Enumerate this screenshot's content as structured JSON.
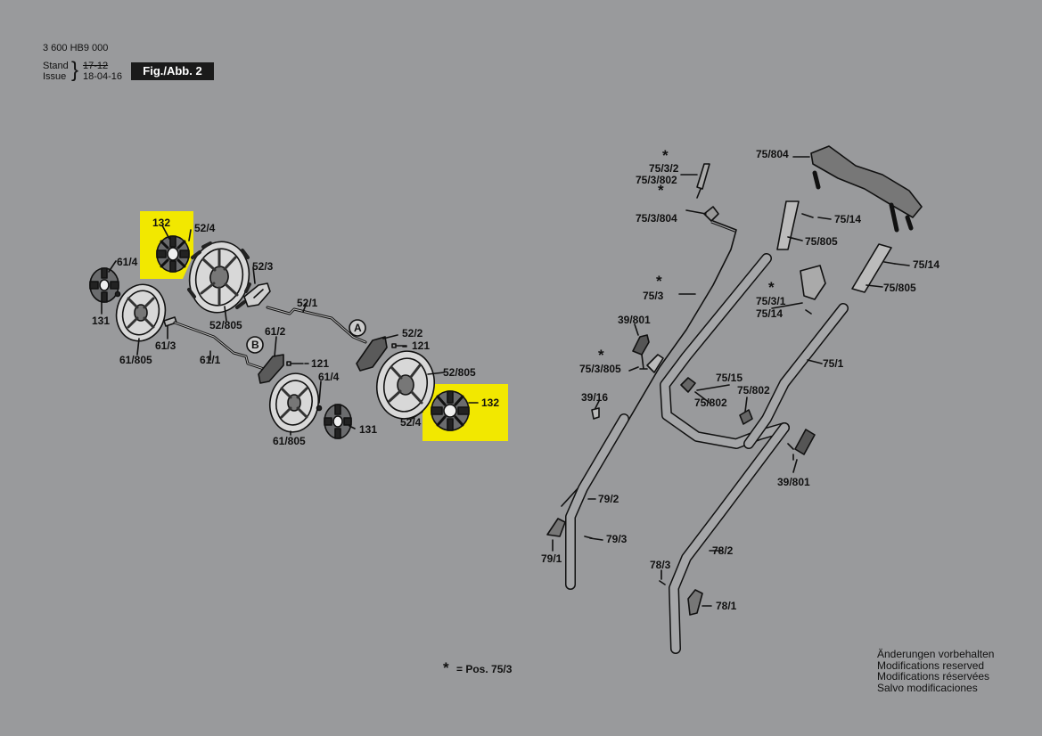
{
  "header": {
    "doc_number": "3 600 HB9 000",
    "stand_label": "Stand",
    "issue_label": "Issue",
    "stand_old": "17-12",
    "issue_date": "18-04-16",
    "figure": "Fig./Abb. 2"
  },
  "callouts": {
    "c132a": "132",
    "c524a": "52/4",
    "c614a": "61/4",
    "c523": "52/3",
    "c131a": "131",
    "c521": "52/1",
    "c52805a": "52/805",
    "c613": "61/3",
    "c61805": "61/805",
    "c612": "61/2",
    "cA": "A",
    "cB": "B",
    "c522": "52/2",
    "c121a": "121",
    "c611": "61/1",
    "c121b": "121",
    "c52805b": "52/805",
    "c614b": "61/4",
    "c132b": "132",
    "c524b": "52/4",
    "c61805b": "61/805",
    "c131b": "131",
    "c7532": "75/3/2",
    "c753802": "75/3/802",
    "c753804": "75/3/804",
    "c753": "75/3",
    "c39801a": "39/801",
    "c753805": "75/3/805",
    "c3916": "39/16",
    "c75804": "75/804",
    "c7514a": "75/14",
    "c75805a": "75/805",
    "c7514b": "75/14",
    "c75805b": "75/805",
    "c7531": "75/3/1",
    "c7514c": "75/14",
    "c751": "75/1",
    "c7515": "75/15",
    "c75802a": "75/802",
    "c75802b": "75/802",
    "c39801b": "39/801",
    "c792": "79/2",
    "c793": "79/3",
    "c791": "79/1",
    "c782": "78/2",
    "c783": "78/3",
    "c781": "78/1",
    "star": "*"
  },
  "footer_note": {
    "symbol": "*",
    "text": "= Pos.  75/3"
  },
  "disclaimer": [
    "Änderungen vorbehalten",
    "Modifications reserved",
    "Modifications réservées",
    "Salvo modificaciones"
  ],
  "colors": {
    "background": "#999a9c",
    "highlight": "#f2e800",
    "ink": "#111111"
  }
}
